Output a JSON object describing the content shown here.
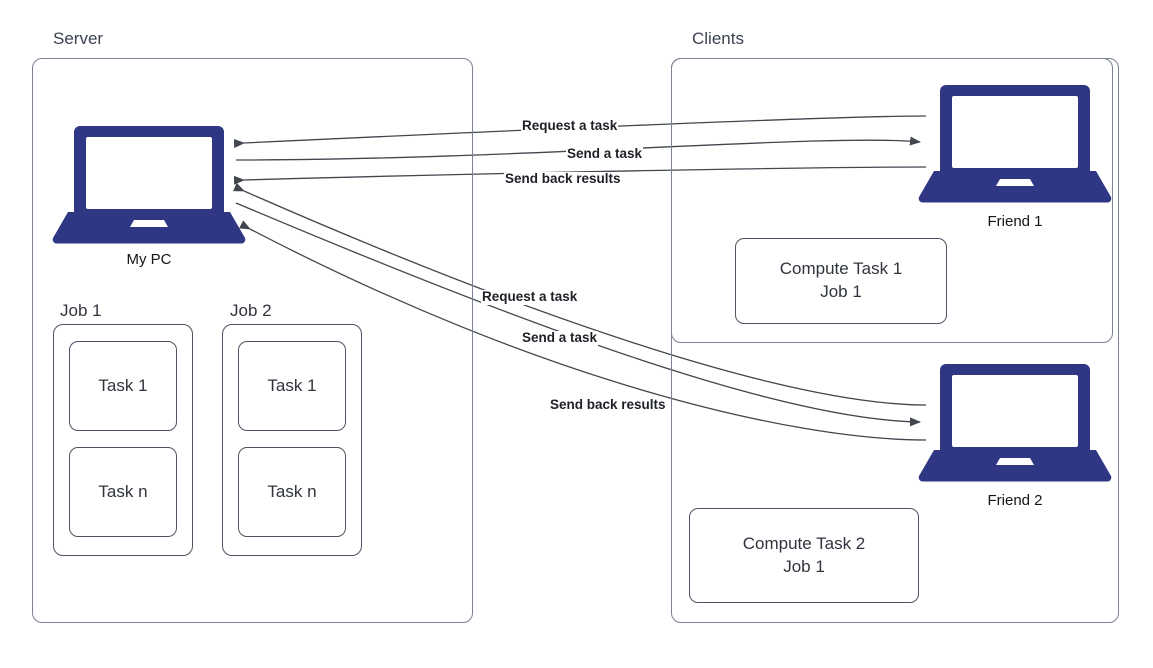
{
  "diagram": {
    "title_server": "Server",
    "title_clients": "Clients",
    "accent_navy": "#2f3784",
    "box_stroke": "#7b8292",
    "line_stroke": "#41464f",
    "background": "#ffffff"
  },
  "server": {
    "label": "Server",
    "pc": {
      "name": "My PC",
      "icon": "laptop-icon"
    },
    "jobs": [
      {
        "label": "Job 1",
        "tasks": [
          "Task 1",
          "Task n"
        ]
      },
      {
        "label": "Job 2",
        "tasks": [
          "Task 1",
          "Task n"
        ]
      }
    ]
  },
  "clients": {
    "label": "Clients",
    "items": [
      {
        "device_label": "Friend 1",
        "icon": "laptop-icon",
        "work_box": "Compute Task 1\nJob 1",
        "messages": [
          {
            "text": "Request a task",
            "direction": "client-to-server"
          },
          {
            "text": "Send a task",
            "direction": "server-to-client"
          },
          {
            "text": "Send back results",
            "direction": "client-to-server"
          }
        ]
      },
      {
        "device_label": "Friend 2",
        "icon": "laptop-icon",
        "work_box": "Compute Task 2\nJob 1",
        "messages": [
          {
            "text": "Request a task",
            "direction": "client-to-server"
          },
          {
            "text": "Send a task",
            "direction": "server-to-client"
          },
          {
            "text": "Send back results",
            "direction": "client-to-server"
          }
        ]
      }
    ]
  },
  "edge_labels": {
    "top_request": "Request a task",
    "top_send": "Send a task",
    "top_results": "Send back results",
    "bottom_request": "Request a task",
    "bottom_send": "Send a task",
    "bottom_results": "Send back results"
  }
}
